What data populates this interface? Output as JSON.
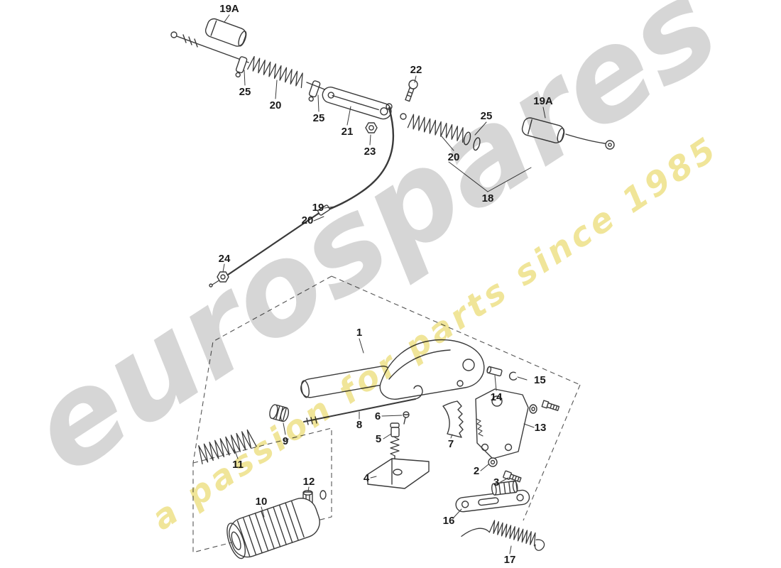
{
  "watermark": {
    "brand": "eurospares",
    "tagline": "a passion for parts since 1985",
    "brand_color": "#c9c9c9",
    "tagline_color": "#e3cf45"
  },
  "diagram": {
    "line_color": "#3a3a3a",
    "callouts": [
      "19A",
      "25",
      "20",
      "25",
      "21",
      "23",
      "22",
      "20",
      "25",
      "19A",
      "18",
      "19",
      "20",
      "24",
      "1",
      "14",
      "15",
      "6",
      "8",
      "13",
      "9",
      "5",
      "7",
      "11",
      "2",
      "3",
      "4",
      "12",
      "10",
      "16",
      "17"
    ]
  }
}
